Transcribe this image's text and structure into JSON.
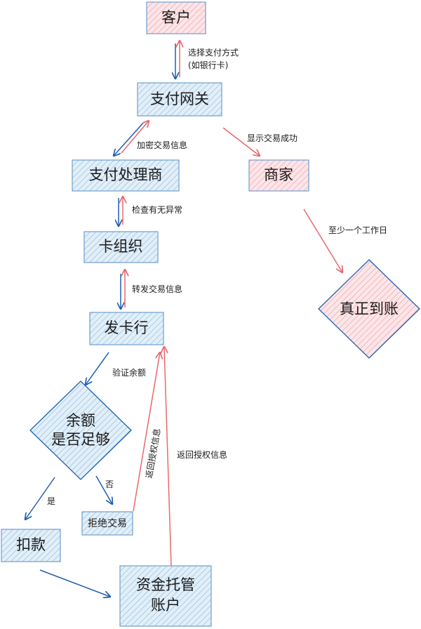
{
  "colors": {
    "blue": "#1f5fb0",
    "red": "#e8686e",
    "blue_fill": "#d3e6f4",
    "red_fill": "#f9d7db"
  },
  "nodes": {
    "customer": "客户",
    "gateway": "支付网关",
    "processor": "支付处理商",
    "merchant": "商家",
    "card_org": "卡组织",
    "issuer": "发卡行",
    "balance_check_line1": "余额",
    "balance_check_line2": "是否足够",
    "settled": "真正到账",
    "reject": "拒绝交易",
    "debit": "扣款",
    "escrow_line1": "资金托管",
    "escrow_line2": "账户"
  },
  "edges": {
    "select_payment_line1": "选择支付方式",
    "select_payment_line2": "(如银行卡)",
    "encrypt_info": "加密交易信息",
    "show_success": "显示交易成功",
    "check_anomaly": "检查有无异常",
    "forward_info": "转发交易信息",
    "at_least_one_day": "至少一个工作日",
    "verify_balance": "验证余额",
    "no": "否",
    "yes": "是",
    "return_auth_1": "返回授权信息",
    "return_auth_2": "返回授权信息"
  }
}
